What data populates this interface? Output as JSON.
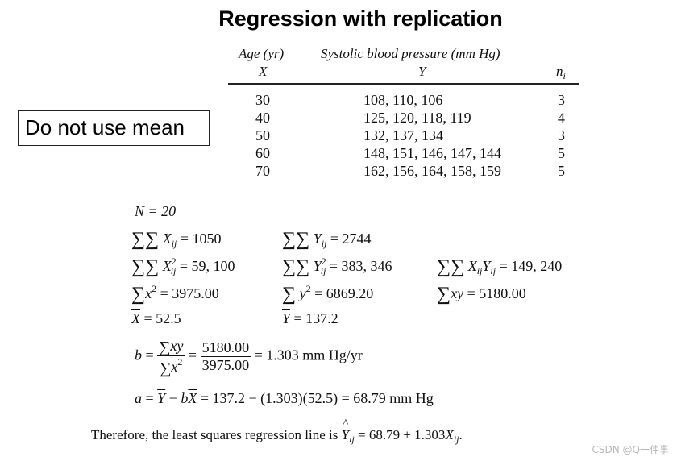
{
  "title": "Regression with replication",
  "note": "Do not use mean",
  "table": {
    "header_age": "Age (yr)",
    "header_x": "X",
    "header_bp": "Systolic blood pressure (mm Hg)",
    "header_y": "Y",
    "header_n": "n",
    "header_n_sub": "i",
    "rows": [
      {
        "age": "30",
        "values": "108, 110, 106",
        "n": "3"
      },
      {
        "age": "40",
        "values": "125, 120, 118, 119",
        "n": "4"
      },
      {
        "age": "50",
        "values": "132, 137, 134",
        "n": "3"
      },
      {
        "age": "60",
        "values": "148, 151, 146, 147, 144",
        "n": "5"
      },
      {
        "age": "70",
        "values": "162, 156, 164, 158, 159",
        "n": "5"
      }
    ]
  },
  "stats": {
    "N": "N = 20",
    "sum_x": "= 1050",
    "sum_y": "= 2744",
    "sum_x2": "= 59, 100",
    "sum_y2": "= 383, 346",
    "sum_xy_raw": "= 149, 240",
    "ss_x": "= 3975.00",
    "ss_y": "= 6869.20",
    "ss_xy": "= 5180.00",
    "mean_x": "= 52.5",
    "mean_y": "= 137.2"
  },
  "slope": {
    "num": "5180.00",
    "den": "3975.00",
    "result": "= 1.303 mm Hg/yr"
  },
  "intercept": {
    "expr": "= 137.2 − (1.303)(52.5) = 68.79 mm Hg"
  },
  "conclusion": {
    "lead": "Therefore, the least squares regression line is",
    "eq": "= 68.79 + 1.303"
  },
  "watermark": "CSDN @Q一件事"
}
